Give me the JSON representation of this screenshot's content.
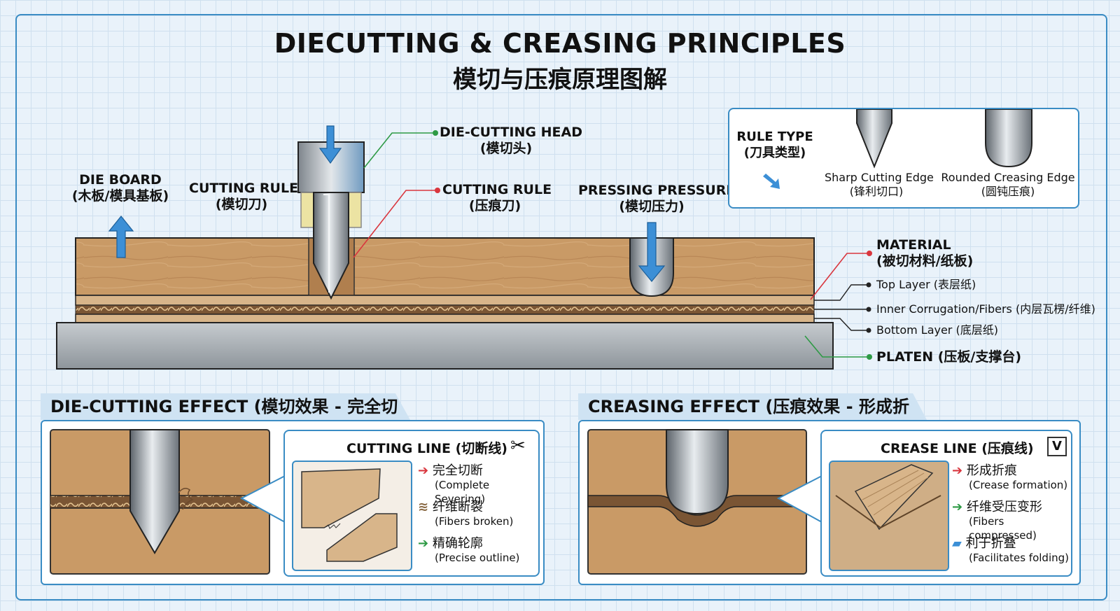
{
  "title": {
    "en": "DIECUTTING & CREASING PRINCIPLES",
    "zh": "模切与压痕原理图解"
  },
  "labels": {
    "die_board": {
      "en": "DIE BOARD",
      "zh": "(木板/模具基板)"
    },
    "cutting_rule_left": {
      "en": "CUTTING RULE",
      "zh": "(模切刀)"
    },
    "die_cutting_head": {
      "en": "DIE-CUTTING HEAD",
      "zh": "(模切头)"
    },
    "cutting_rule_crease": {
      "en": "CUTTING RULE",
      "zh": "(压痕刀)"
    },
    "pressing_pressure": {
      "en": "PRESSING PRESSURE",
      "zh": "(模切压力)"
    },
    "material": {
      "en": "MATERIAL",
      "zh": "(被切材料/纸板)"
    },
    "top_layer": "Top Layer (表层纸)",
    "inner_corrugation": "Inner Corrugation/Fibers (内层瓦楞/纤维)",
    "bottom_layer": "Bottom Layer (底层纸)",
    "platen": "PLATEN (压板/支撑台)"
  },
  "rule_type": {
    "title": "RULE TYPE",
    "title_zh": "(刀具类型)",
    "sharp": {
      "en": "Sharp Cutting Edge",
      "zh": "(锋利切口)"
    },
    "rounded": {
      "en": "Rounded Creasing Edge",
      "zh": "(圆钝压痕)"
    }
  },
  "die_cutting_effect": {
    "tab": "DIE-CUTTING EFFECT (模切效果 - 完全切断)",
    "callout_title": "CUTTING LINE (切断线)",
    "items": [
      {
        "zh": "完全切断",
        "en": "(Complete Severing)",
        "icon": "red-arrow-icon"
      },
      {
        "zh": "纤维断裂",
        "en": "(Fibers broken)",
        "icon": "fibers-icon"
      },
      {
        "zh": "精确轮廓",
        "en": "(Precise outline)",
        "icon": "green-arrow-icon"
      }
    ]
  },
  "creasing_effect": {
    "tab": "CREASING EFFECT (压痕效果 - 形成折痕)",
    "callout_title": "CREASE LINE (压痕线)",
    "items": [
      {
        "zh": "形成折痕",
        "en": "(Crease formation)",
        "icon": "red-arrow-icon"
      },
      {
        "zh": "纤维受压变形",
        "en": "(Fibers compressed)",
        "icon": "green-arrow-icon"
      },
      {
        "zh": "利于折叠",
        "en": "(Facilitates folding)",
        "icon": "fold-icon"
      }
    ]
  },
  "colors": {
    "frame": "#3a8cc4",
    "wood": "#c99a66",
    "metal": "#9ea4aa",
    "arrow": "#3c8fd6",
    "red": "#d9363e",
    "green": "#2e9a45"
  }
}
